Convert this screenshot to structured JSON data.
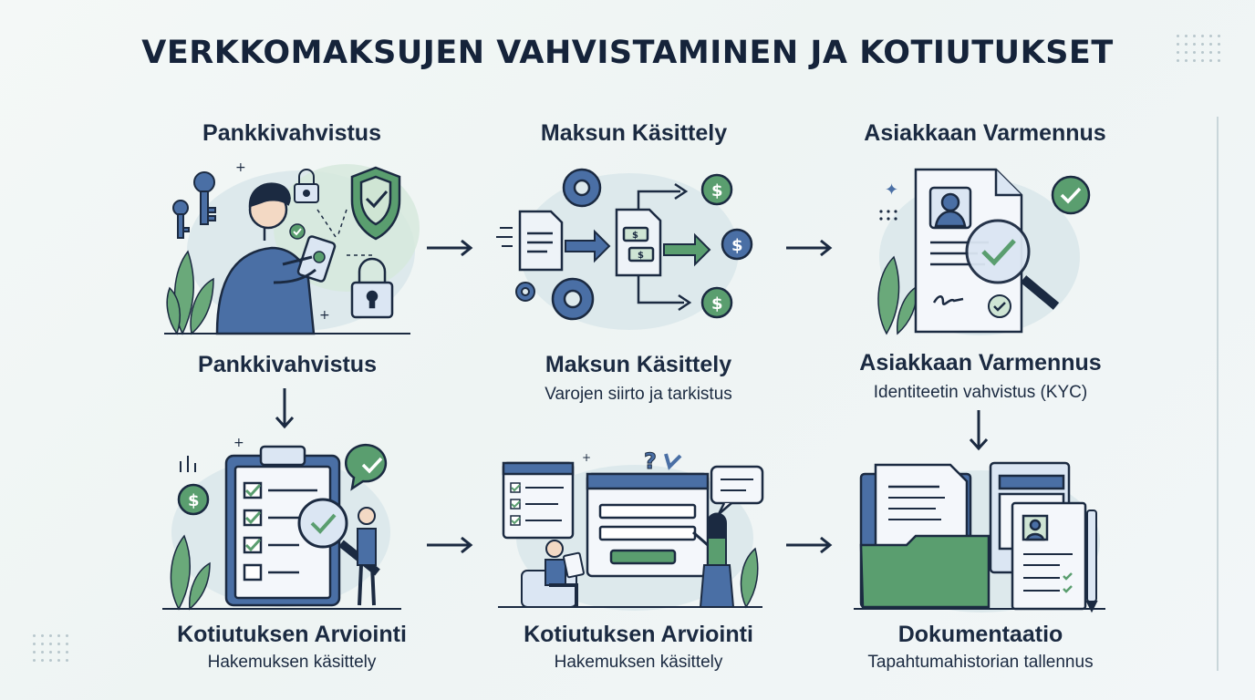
{
  "title": "VERKKOMAKSUJEN VAHVISTAMINEN JA KOTIUTUKSET",
  "top_row": [
    {
      "heading": "Pankkivahvistus"
    },
    {
      "heading": "Maksun Käsittely"
    },
    {
      "heading": "Asiakkaan Varmennus"
    }
  ],
  "middle_row": [
    {
      "heading": "Pankkivahvistus",
      "subtitle": ""
    },
    {
      "heading": "Maksun Käsittely",
      "subtitle": "Varojen siirto ja tarkistus"
    },
    {
      "heading": "Asiakkaan Varmennus",
      "subtitle": "Identiteetin vahvistus (KYC)"
    }
  ],
  "bottom_row": [
    {
      "heading": "Kotiutuksen Arviointi",
      "subtitle": "Hakemuksen käsittely"
    },
    {
      "heading": "Kotiutuksen Arviointi",
      "subtitle": "Hakemuksen käsittely"
    },
    {
      "heading": "Dokumentaatio",
      "subtitle": "Tapahtumahistorian tallennus"
    }
  ],
  "icon_text": {
    "dollar": "$",
    "question": "?"
  },
  "colors": {
    "navy": "#1b2a41",
    "blue": "#4a6fa5",
    "green": "#5a9e6f",
    "light_green": "#cfe5d4",
    "light_blue": "#dbe6f3"
  }
}
